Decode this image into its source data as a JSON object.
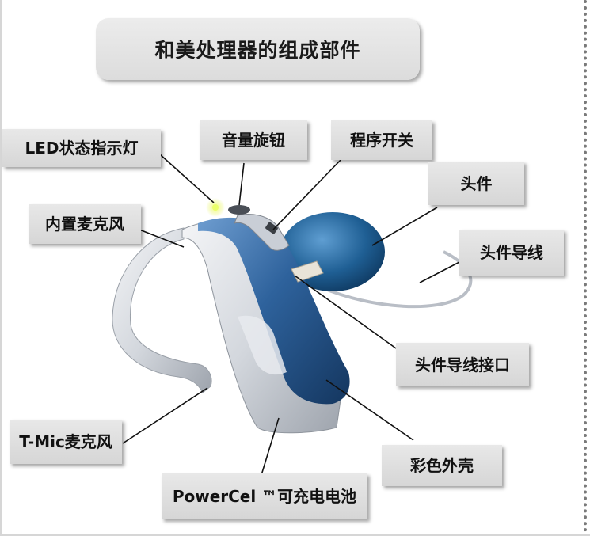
{
  "title": "和美处理器的组成部件",
  "labels": {
    "led": "LED状态指示灯",
    "volume": "音量旋钮",
    "program": "程序开关",
    "headpiece": "头件",
    "mic": "内置麦克风",
    "cable": "头件导线",
    "cable_port": "头件导线接口",
    "tmic": "T-Mic麦克风",
    "battery": "PowerCel ™可充电电池",
    "shell": "彩色外壳"
  },
  "colors": {
    "shell_blue": "#2b5d95",
    "headpiece_blue": "#1e5f93",
    "body_silver": "#d4d8de",
    "led_glow": "#e4f25a"
  }
}
